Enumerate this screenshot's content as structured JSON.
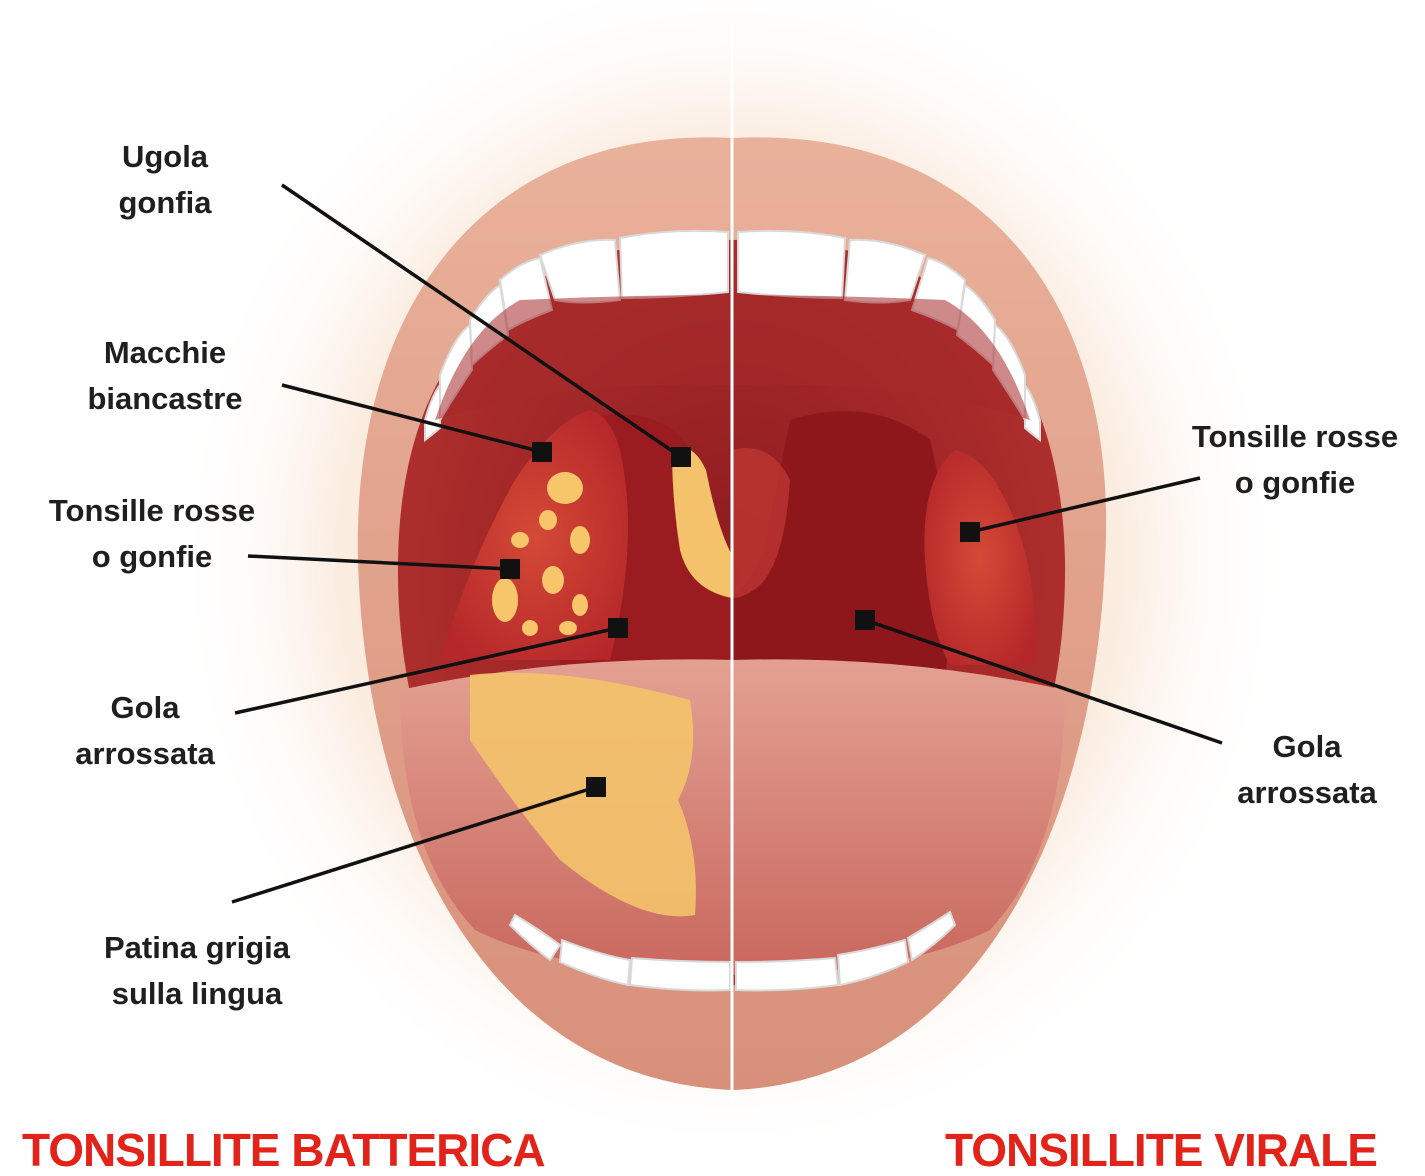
{
  "labels": {
    "ugola": [
      "Ugola",
      "gonfia"
    ],
    "macchie": [
      "Macchie",
      "biancastre"
    ],
    "tonsille_left": [
      "Tonsille rosse",
      "o gonfie"
    ],
    "gola_left": [
      "Gola",
      "arrossata"
    ],
    "patina": [
      "Patina grigia",
      "sulla lingua"
    ],
    "tonsille_right": [
      "Tonsille rosse",
      "o gonfie"
    ],
    "gola_right": [
      "Gola",
      "arrossata"
    ]
  },
  "titles": {
    "left": "TONSILLITE BATTERICA",
    "right": "TONSILLITE VIRALE"
  },
  "colors": {
    "title": "#e2231a",
    "lip": "#e0a38c",
    "cavity": "#a8242a",
    "tonsil": "#c4322b",
    "exudate": "#f2c96a",
    "tongue": "#d98a7e",
    "teeth": "#ffffff",
    "leader": "#111111"
  }
}
